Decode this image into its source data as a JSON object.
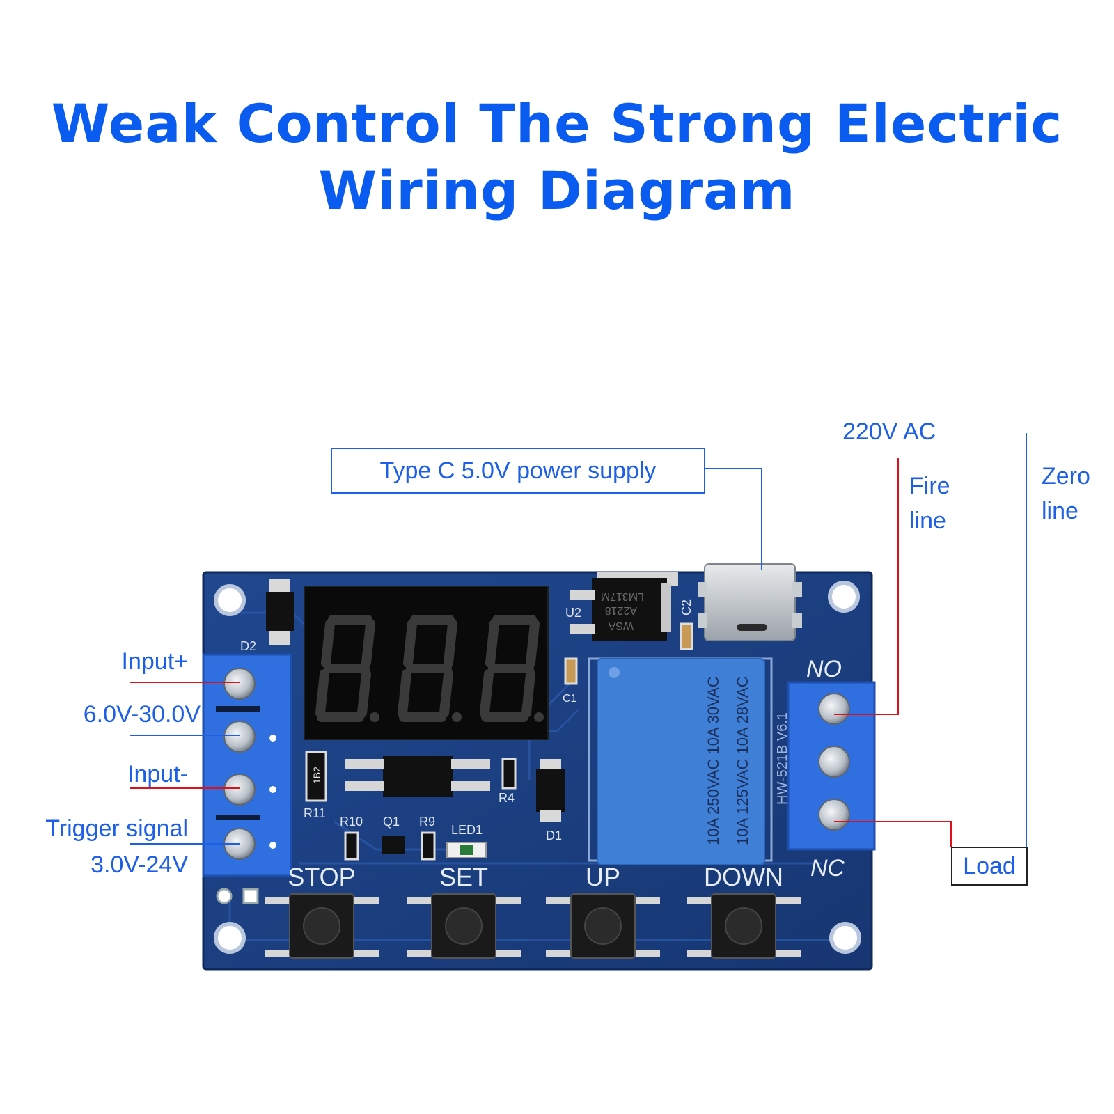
{
  "title": {
    "line1": "Weak Control The Strong Electric",
    "line2": "Wiring Diagram"
  },
  "labels": {
    "power_supply": "Type C 5.0V power supply",
    "ac": "220V AC",
    "fire_line_1": "Fire",
    "fire_line_2": "line",
    "zero_line_1": "Zero",
    "zero_line_2": "line",
    "load": "Load",
    "input_plus": "Input+",
    "input_voltage": "6.0V-30.0V",
    "input_minus": "Input-",
    "trigger_signal": "Trigger signal",
    "trigger_voltage": "3.0V-24V"
  },
  "board": {
    "buttons": [
      "STOP",
      "SET",
      "UP",
      "DOWN"
    ],
    "relay_no": "NO",
    "relay_nc": "NC",
    "relay_rating_1": "10A 250VAC 10A 30VAC",
    "relay_rating_2": "10A 125VAC 10A 28VAC",
    "model": "HW-521B V6.1",
    "regulator": "LM317M",
    "regulator_code": "A2218",
    "regulator_brand": "WSA",
    "silkscreen": {
      "d2": "D2",
      "d1": "D1",
      "u2": "U2",
      "c1": "C1",
      "c2": "C2",
      "r11": "R11",
      "r10": "R10",
      "r9": "R9",
      "r4": "R4",
      "q1": "Q1",
      "led1": "LED1",
      "r11_value": "1B2"
    }
  },
  "colors": {
    "label_blue": "#1d5fe8",
    "title_blue": "#0a5cf0",
    "pcb_blue": "#1b3f86",
    "terminal_blue": "#2f6fe0",
    "relay_blue": "#3f7fd6",
    "wire_red": "#e0101a",
    "wire_blue": "#1d5fe8"
  }
}
